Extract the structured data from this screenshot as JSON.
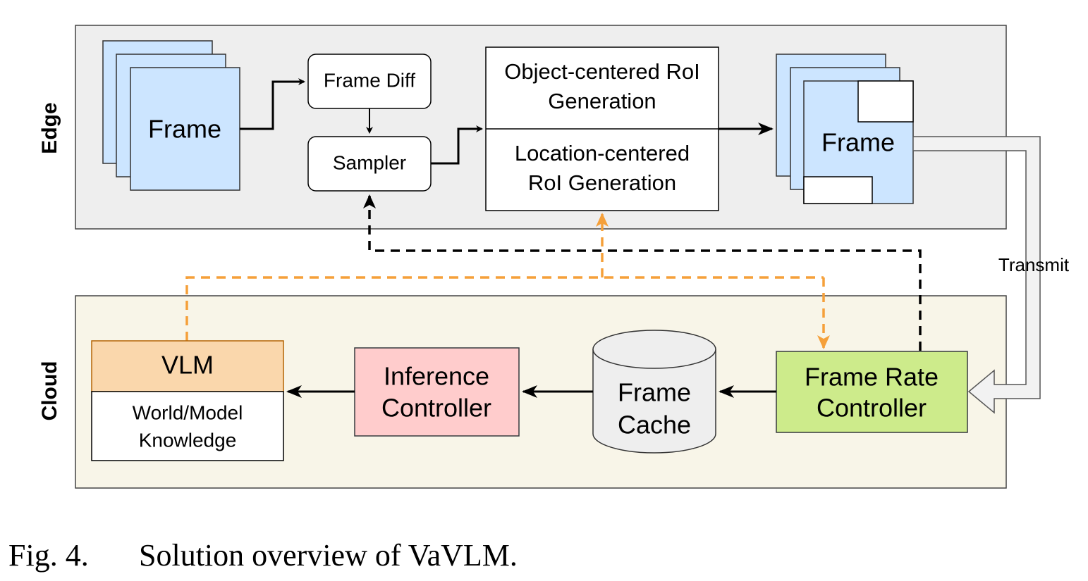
{
  "regions": {
    "edge_label": "Edge",
    "cloud_label": "Cloud"
  },
  "edge": {
    "input_frame": "Frame",
    "frame_diff": "Frame Diff",
    "sampler": "Sampler",
    "roi_object_line1": "Object-centered RoI",
    "roi_object_line2": "Generation",
    "roi_location_line1": "Location-centered",
    "roi_location_line2": "RoI Generation",
    "output_frame": "Frame"
  },
  "transmit_label": "Transmit",
  "cloud": {
    "vlm": "VLM",
    "knowledge_line1": "World/Model",
    "knowledge_line2": "Knowledge",
    "inference_line1": "Inference",
    "inference_line2": "Controller",
    "cache_line1": "Frame",
    "cache_line2": "Cache",
    "frc_line1": "Frame Rate",
    "frc_line2": "Controller"
  },
  "caption": {
    "label": "Fig. 4.",
    "text": "Solution overview of VaVLM."
  },
  "colors": {
    "edge_bg": "#eeeeee",
    "cloud_bg": "#f8f5e8",
    "frame_fill": "#cce5ff",
    "vlm_fill": "#fad7ac",
    "inference_fill": "#ffcccc",
    "frc_fill": "#cdeb8b",
    "cache_fill": "#eeeeee",
    "feedback_orange": "#f5a03a",
    "feedback_black": "#000000"
  }
}
